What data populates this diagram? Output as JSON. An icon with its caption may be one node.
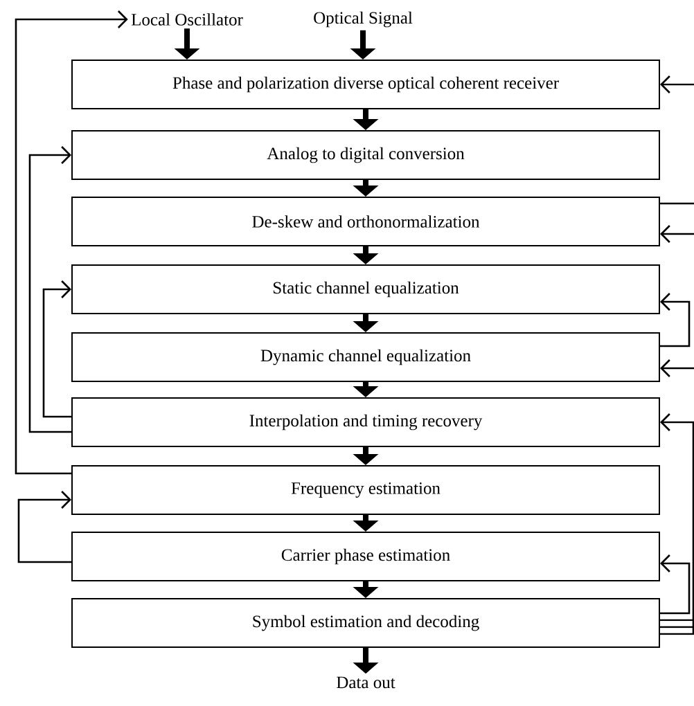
{
  "diagram": {
    "nodes": [
      {
        "text": [
          "Local Oscillator"
        ]
      },
      {
        "text": [
          "Optical Signal"
        ]
      },
      {
        "text": [
          "Phase and polarization diverse optical coherent receiver"
        ]
      },
      {
        "text": [
          "Analog to digital conversion"
        ]
      },
      {
        "text": [
          "De-skew and orthonormalization"
        ]
      },
      {
        "text": [
          "Static channel equalization"
        ]
      },
      {
        "text": [
          "Dynamic channel equalization"
        ]
      },
      {
        "text": [
          "Interpolation and timing recovery"
        ]
      },
      {
        "text": [
          "Frequency estimation"
        ]
      },
      {
        "text": [
          "Carrier phase estimation"
        ]
      },
      {
        "text": [
          "Symbol estimation and decoding"
        ]
      },
      {
        "text": [
          "Data out"
        ]
      }
    ],
    "edges": [
      {
        "from": 0,
        "to": 2,
        "arrow": "to",
        "style": "thick"
      },
      {
        "from": 1,
        "to": 2,
        "arrow": "to",
        "style": "thick"
      },
      {
        "from": 2,
        "to": 3,
        "arrow": "to",
        "style": "thick"
      },
      {
        "from": 3,
        "to": 4,
        "arrow": "to",
        "style": "thick"
      },
      {
        "from": 4,
        "to": 5,
        "arrow": "to",
        "style": "thick"
      },
      {
        "from": 5,
        "to": 6,
        "arrow": "to",
        "style": "thick"
      },
      {
        "from": 6,
        "to": 7,
        "arrow": "to",
        "style": "thick"
      },
      {
        "from": 7,
        "to": 8,
        "arrow": "to",
        "style": "thick"
      },
      {
        "from": 8,
        "to": 9,
        "arrow": "to",
        "style": "thick"
      },
      {
        "from": 9,
        "to": 10,
        "arrow": "to",
        "style": "thick"
      },
      {
        "from": 10,
        "to": 11,
        "arrow": "to",
        "style": "thick"
      },
      {
        "from": 7,
        "to": 3,
        "arrow": "to"
      },
      {
        "from": 7,
        "to": 5,
        "arrow": "to"
      },
      {
        "from": 8,
        "to": 0,
        "arrow": "to"
      },
      {
        "from": 9,
        "to": 8,
        "arrow": "to"
      },
      {
        "from": null,
        "to": 2,
        "arrow": "to"
      },
      {
        "from": 4,
        "to": null,
        "arrow": "none"
      },
      {
        "from": null,
        "to": 4,
        "arrow": "to"
      },
      {
        "from": 6,
        "to": 5,
        "arrow": "to"
      },
      {
        "from": null,
        "to": 6,
        "arrow": "to"
      },
      {
        "from": 10,
        "to": 7,
        "arrow": "to"
      },
      {
        "from": 10,
        "to": 9,
        "arrow": "to"
      },
      {
        "from": 10,
        "to": null,
        "arrow": "none"
      },
      {
        "from": 10,
        "to": null,
        "arrow": "none"
      }
    ]
  }
}
